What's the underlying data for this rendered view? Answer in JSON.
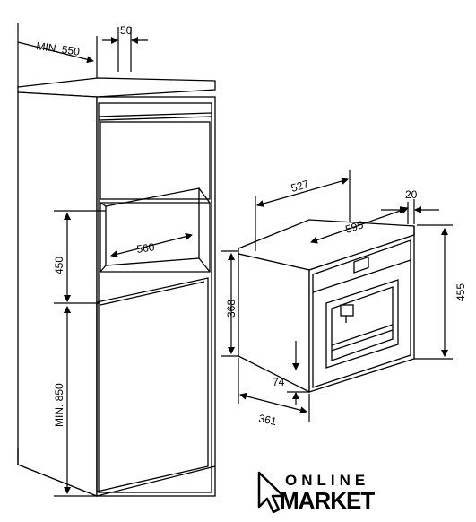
{
  "diagram": {
    "cabinet": {
      "min_depth": "MIN. 550",
      "top_gap": "50",
      "niche_height": "450",
      "niche_width": "560",
      "lower_min_height": "MIN. 850"
    },
    "appliance": {
      "depth": "527",
      "front_width": "595",
      "front_offset": "20",
      "height": "455",
      "body_height": "368",
      "bottom_offset": "74",
      "side_depth": "361"
    }
  },
  "logo": {
    "line1": "ONLINE",
    "line2": "MARKET",
    "icon": "cursor-arrow-icon"
  }
}
